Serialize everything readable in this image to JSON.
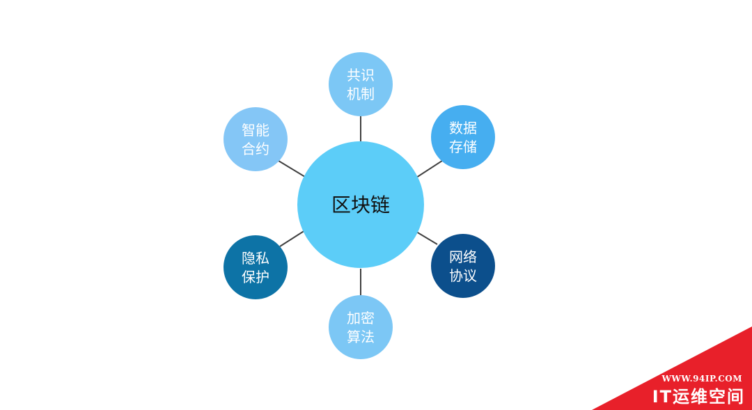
{
  "center": {
    "label": "区块链",
    "color": "#5ccdf8"
  },
  "nodes": [
    {
      "id": "consensus",
      "line1": "共识",
      "line2": "机制",
      "color": "#7cc7f5"
    },
    {
      "id": "storage",
      "line1": "数据",
      "line2": "存储",
      "color": "#46aef0"
    },
    {
      "id": "network",
      "line1": "网络",
      "line2": "协议",
      "color": "#0c4f8c"
    },
    {
      "id": "crypto",
      "line1": "加密",
      "line2": "算法",
      "color": "#7cc7f5"
    },
    {
      "id": "privacy",
      "line1": "隐私",
      "line2": "保护",
      "color": "#0d73a6"
    },
    {
      "id": "contract",
      "line1": "智能",
      "line2": "合约",
      "color": "#84c6f6"
    }
  ],
  "watermark": {
    "url": "WWW.94IP.COM",
    "brand": "IT运维空间",
    "color": "#e8202a"
  }
}
